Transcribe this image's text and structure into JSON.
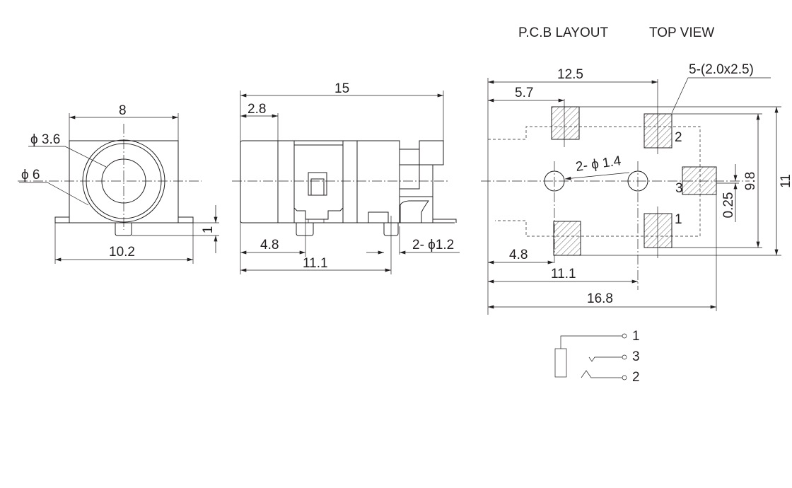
{
  "titles": {
    "pcb_layout": "P.C.B LAYOUT",
    "top_view": "TOP VIEW"
  },
  "front_view": {
    "width": "8",
    "inner_dia": "ϕ 3.6",
    "outer_dia": "ϕ 6",
    "base_width": "10.2",
    "pin_height": "1"
  },
  "side_view": {
    "length": "15",
    "front_seg": "2.8",
    "pin1_offset": "4.8",
    "pin2_offset": "11.1",
    "pin_dia": "2- ϕ1.2"
  },
  "pcb_view": {
    "pad_spacing": "12.5",
    "pad_offset": "5.7",
    "pad_spec": "5-(2.0x2.5)",
    "hole_spec": "2- ϕ 1.4",
    "hole1_offset": "4.8",
    "hole2_offset": "11.1",
    "total_length": "16.8",
    "inner_height": "9.8",
    "outer_height": "11",
    "pad3_offset": "0.25",
    "pad_labels": {
      "p1": "1",
      "p2": "2",
      "p3": "3"
    }
  },
  "schematic": {
    "terminals": [
      "1",
      "3",
      "2"
    ]
  }
}
